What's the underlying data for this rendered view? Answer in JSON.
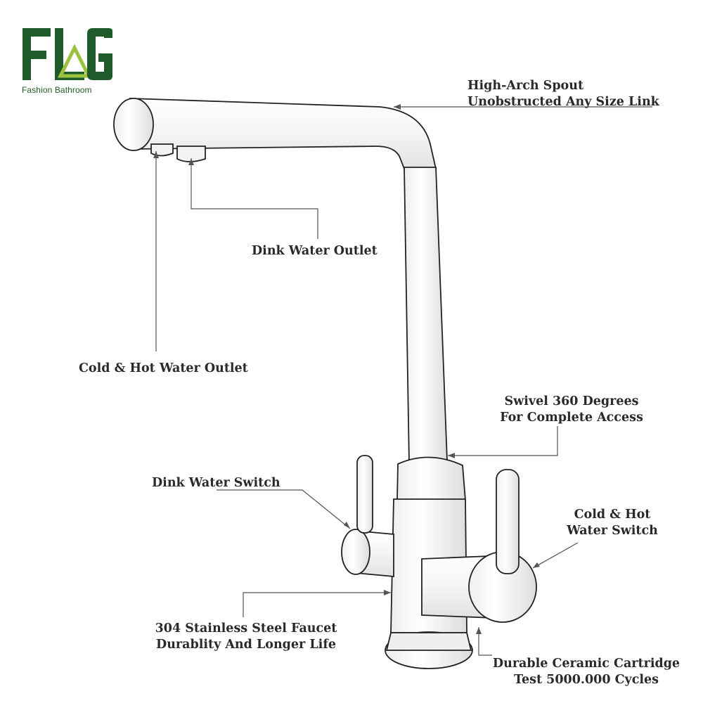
{
  "brand": {
    "logo_text": "FLG",
    "caption": "Fashion Bathroom",
    "color": "#1e5a2a",
    "accent": "#9ac23c"
  },
  "callouts": {
    "spout": {
      "line1": "High-Arch Spout",
      "line2": "Unobstructed Any Size Link"
    },
    "drink_outlet": {
      "line1": "Dink Water Outlet"
    },
    "cold_hot_outlet": {
      "line1": "Cold & Hot Water Outlet"
    },
    "swivel": {
      "line1": "Swivel 360 Degrees",
      "line2": "For Complete Access"
    },
    "drink_switch": {
      "line1": "Dink Water Switch"
    },
    "cold_hot_switch": {
      "line1": "Cold & Hot",
      "line2": "Water Switch"
    },
    "steel": {
      "line1": "304 Stainless Steel Faucet",
      "line2": "Durablity And Longer Life"
    },
    "cartridge": {
      "line1": "Durable Ceramic Cartridge",
      "line2": "Test 5000.000 Cycles"
    }
  },
  "icons": [
    "faucet-illustration-icon",
    "flg-logo-icon"
  ]
}
